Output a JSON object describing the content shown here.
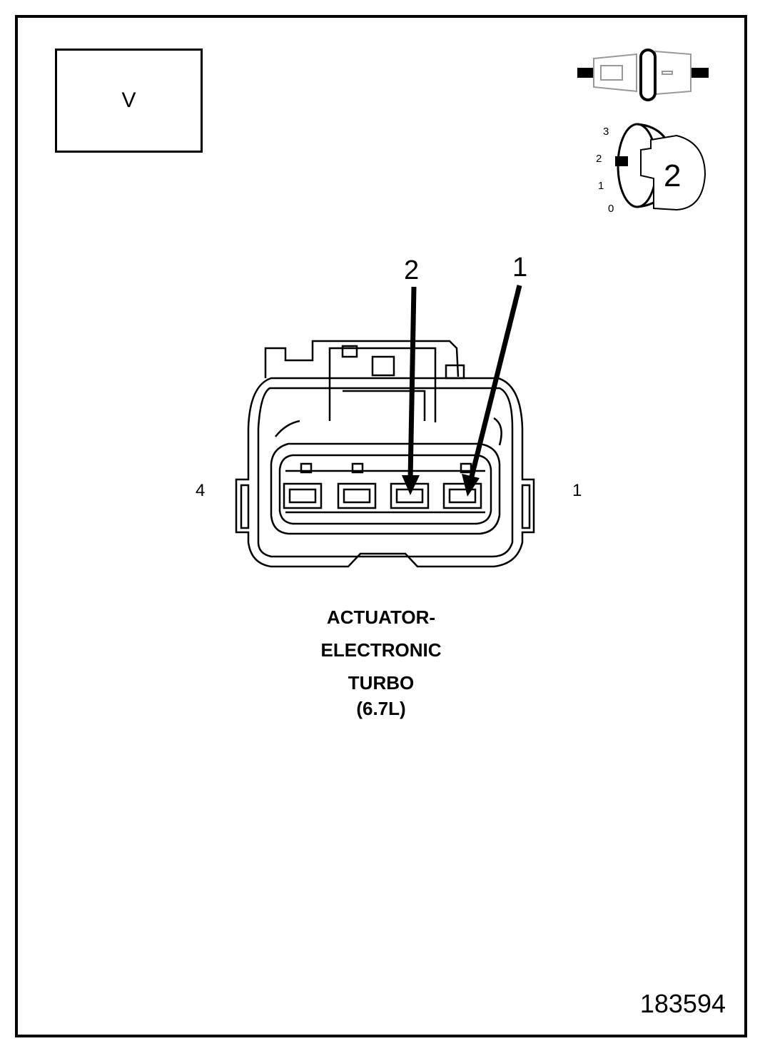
{
  "mode_box": {
    "label": "V"
  },
  "connector": {
    "pin_end_left": "4",
    "pin_end_right": "1",
    "callouts": [
      "2",
      "1"
    ],
    "title_lines": [
      "ACTUATOR-",
      "ELECTRONIC",
      "TURBO"
    ],
    "engine": "(6.7L)"
  },
  "view_dial": {
    "positions": [
      "3",
      "2",
      "1",
      "0"
    ],
    "selected": "2"
  },
  "figure_number": "183594"
}
